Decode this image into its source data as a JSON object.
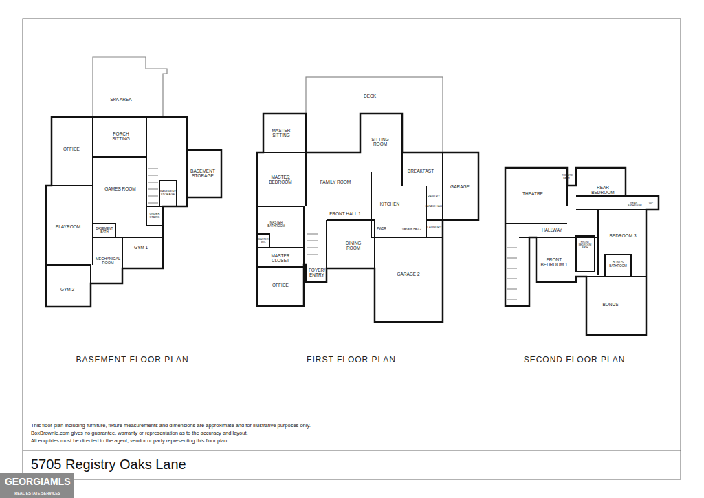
{
  "diagram": {
    "title": "5705 Registry Oaks Lane",
    "labels": [
      "SPA AREA",
      "PORCH SITTING",
      "OFFICE",
      "BASEMENT STORAGE",
      "GAMES ROOM",
      "BASEMENT STORAGE",
      "UNDER STAIRS",
      "PLAYROOM",
      "BASEMENT BATH",
      "GYM 1",
      "MECHANICAL ROOM",
      "GYM 2",
      "DECK",
      "MASTER SITTING",
      "SITTING ROOM",
      "BREAKFAST",
      "GARAGE",
      "MASTER BEDROOM",
      "FAMILY ROOM",
      "FP",
      "KITCHEN",
      "PANTRY",
      "GARAGE HALL",
      "FRONT HALL 1",
      "MASTER BATHROOM",
      "PWDR",
      "GARAGE HALL 2",
      "LAUNDRY",
      "MASTER WIC",
      "DINING ROOM",
      "MASTER CLOSET",
      "FOYER/ ENTRY",
      "GARAGE 2",
      "OFFICE",
      "THEATRE",
      "THEATRE BATH",
      "REAR BEDROOM",
      "REAR BATHROOM",
      "WC",
      "HALLWAY",
      "BEDROOM 3",
      "FRONT BEDROOM 1",
      "FRONT BEDROOM BATH",
      "BONUS BATHROOM",
      "BONUS",
      "BASEMENT FLOOR PLAN",
      "FIRST FLOOR PLAN",
      "SECOND FLOOR PLAN",
      "This floor plan including furniture, fixture measurements and dimensions are approximate and for illustrative purposes only.",
      "BoxBrownie.com gives no guarantee, warranty or representation as to the accuracy and layout.",
      "All enquiries must be directed to the agent, vendor or party representing this floor plan.",
      "GEORGIAMLS",
      "REAL ESTATE SERVICES"
    ]
  }
}
